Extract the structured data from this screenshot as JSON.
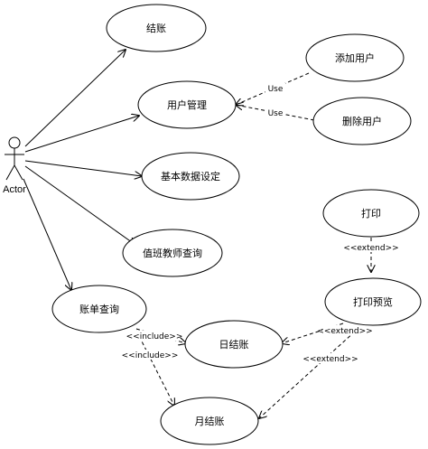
{
  "actor": {
    "label": "Actor"
  },
  "use_cases": {
    "checkout": "结账",
    "user_mgmt": "用户管理",
    "add_user": "添加用户",
    "delete_user": "删除用户",
    "base_data": "基本数据设定",
    "duty_query": "值班教师查询",
    "print": "打印",
    "print_preview": "打印预览",
    "bill_query": "账单查询",
    "daily": "日结账",
    "monthly": "月结账"
  },
  "relations": {
    "use1": "Use",
    "use2": "Use",
    "extend_print": "<<extend>>",
    "extend_daily": "<<extend>>",
    "extend_monthly": "<<extend>>",
    "include_daily": "<<include>>",
    "include_monthly": "<<include>>"
  }
}
